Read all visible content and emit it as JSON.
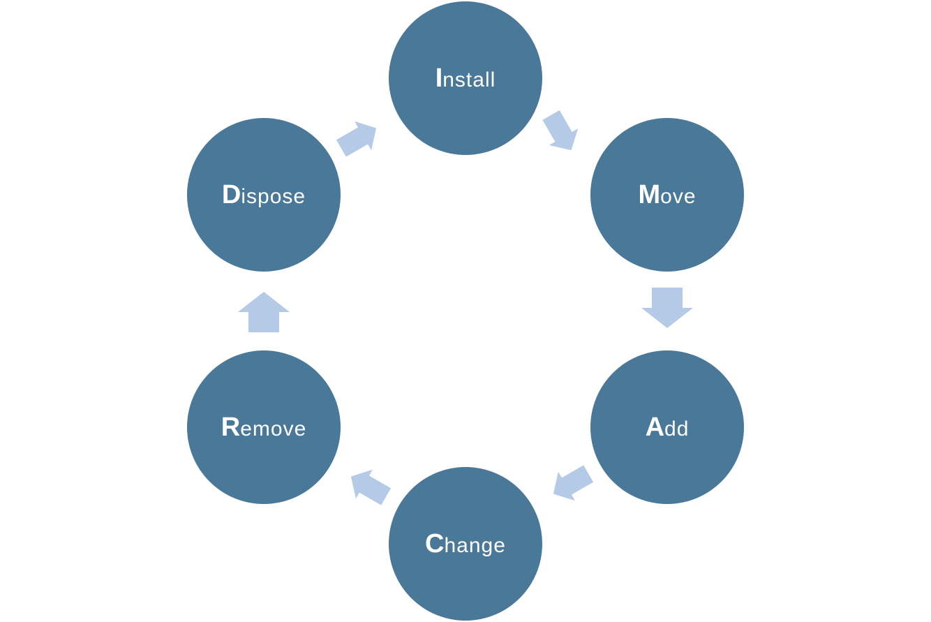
{
  "diagram": {
    "colors": {
      "node_fill": "#4a7899",
      "node_text": "#ffffff",
      "arrow_fill": "#b5cae6"
    },
    "nodes": [
      {
        "id": "install",
        "initial": "I",
        "rest": "nstall"
      },
      {
        "id": "move",
        "initial": "M",
        "rest": "ove"
      },
      {
        "id": "add",
        "initial": "A",
        "rest": "dd"
      },
      {
        "id": "change",
        "initial": "C",
        "rest": "hange"
      },
      {
        "id": "remove",
        "initial": "R",
        "rest": "emove"
      },
      {
        "id": "dispose",
        "initial": "D",
        "rest": "ispose"
      }
    ],
    "arrow_shape": "block-arrow",
    "flow": "clockwise"
  }
}
